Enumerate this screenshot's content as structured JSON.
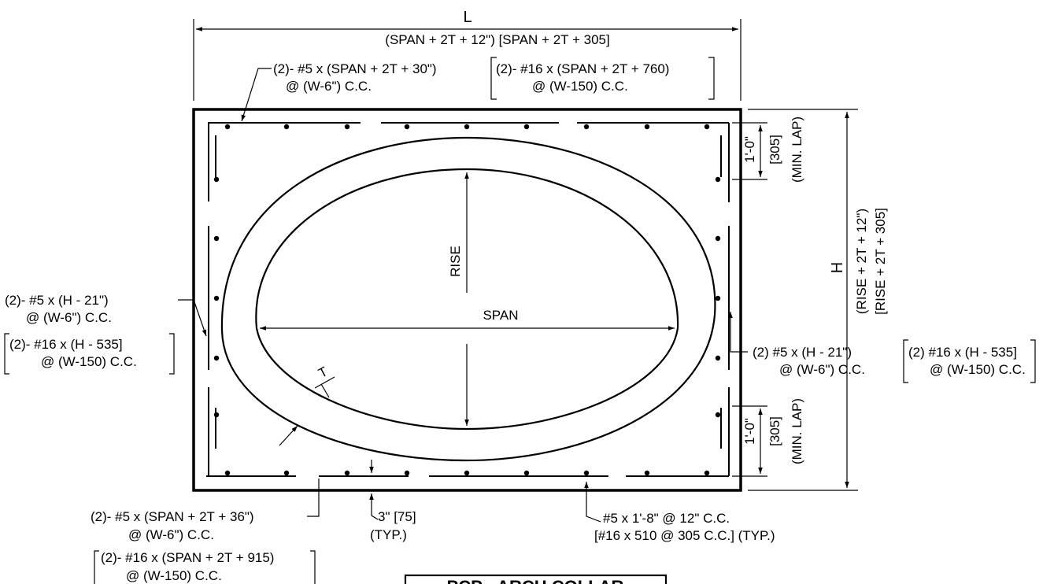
{
  "dims": {
    "L": "L",
    "L_formula": "(SPAN + 2T + 12\")  [SPAN + 2T + 305]",
    "H": "H",
    "H_formula_1": "(RISE + 2T + 12\")",
    "H_formula_2": "[RISE + 2T + 305]",
    "rise": "RISE",
    "span": "SPAN",
    "t": "T"
  },
  "top_bar": {
    "line1": "(2)- #5 x (SPAN + 2T + 30\")",
    "line2": "@ (W-6\") C.C.",
    "metric1": "(2)- #16 x (SPAN + 2T + 760)",
    "metric2": "@ (W-150) C.C."
  },
  "lap_top": {
    "dim": "1'-0\"",
    "metric": "[305]",
    "note": "(MIN. LAP)"
  },
  "lap_bottom": {
    "dim": "1'-0\"",
    "metric": "[305]",
    "note": "(MIN. LAP)"
  },
  "left_bar": {
    "line1": "(2)- #5 x (H - 21\")",
    "line2": "@ (W-6\") C.C.",
    "metric1": "(2)- #16 x (H - 535]",
    "metric2": "@ (W-150) C.C."
  },
  "right_bar": {
    "line1": "(2) #5 x (H - 21\")",
    "line2": "@ (W-6\") C.C.",
    "metric1": "(2) #16 x (H - 535]",
    "metric2": "@ (W-150) C.C."
  },
  "bottom_bar": {
    "line1": "(2)- #5 x (SPAN + 2T + 36\")",
    "line2": "@ (W-6\") C.C.",
    "metric1": "(2)- #16 x (SPAN + 2T + 915)",
    "metric2": "@ (W-150) C.C."
  },
  "cover": {
    "line1": "3\" [75]",
    "line2": "(TYP.)"
  },
  "tie_bar": {
    "line1": "#5 x 1'-8\" @ 12\" C.C.",
    "line2": "[#16 x 510 @ 305 C.C.] (TYP.)"
  },
  "caption": {
    "text": "PCP - ARCH COLLAR"
  }
}
